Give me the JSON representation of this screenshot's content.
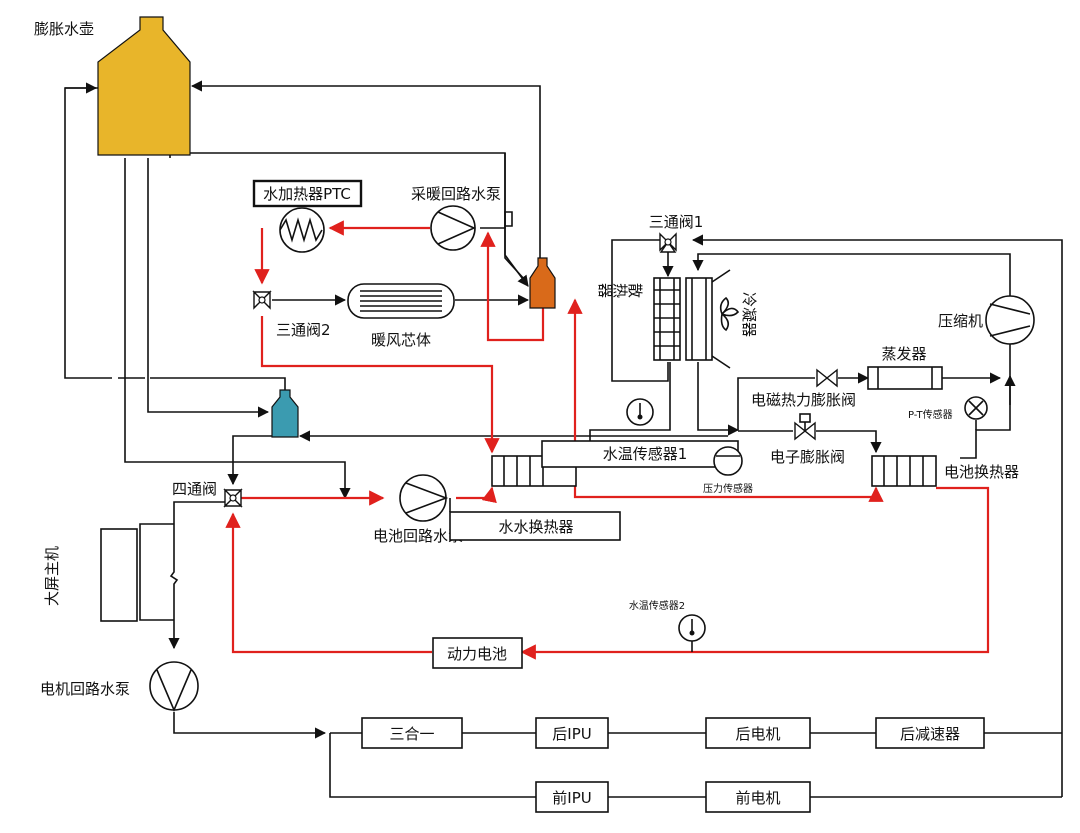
{
  "labels": {
    "expansion_tank": "膨胀水壶",
    "water_heater_ptc": "水加热器PTC",
    "heating_pump": "采暖回路水泵",
    "three_way_valve_1": "三通阀1",
    "three_way_valve_2": "三通阀2",
    "heater_core": "暖风芯体",
    "radiator": "散热器",
    "condenser": "冷凝器",
    "compressor": "压缩机",
    "evaporator": "蒸发器",
    "em_thermal_expansion_valve": "电磁热力膨胀阀",
    "pt_sensor": "P-T传感器",
    "electronic_expansion_valve": "电子膨胀阀",
    "battery_heat_exchanger": "电池换热器",
    "water_temp_sensor_1": "水温传感器1",
    "pressure_sensor": "压力传感器",
    "four_way_valve": "四通阀",
    "battery_pump": "电池回路水泵",
    "water_water_exchanger": "水水换热器",
    "big_screen_host": "大屏主机",
    "water_temp_sensor_2": "水温传感器2",
    "power_battery": "动力电池",
    "motor_pump": "电机回路水泵",
    "three_in_one": "三合一",
    "rear_ipu": "后IPU",
    "rear_motor": "后电机",
    "rear_reducer": "后减速器",
    "front_ipu": "前IPU",
    "front_motor": "前电机"
  },
  "colors": {
    "hot_loop": "#e0211d",
    "line": "#111111",
    "expansion_tank": "#e8b52a",
    "orange_tank": "#d96a1a",
    "blue_tank": "#3b9bb0"
  }
}
